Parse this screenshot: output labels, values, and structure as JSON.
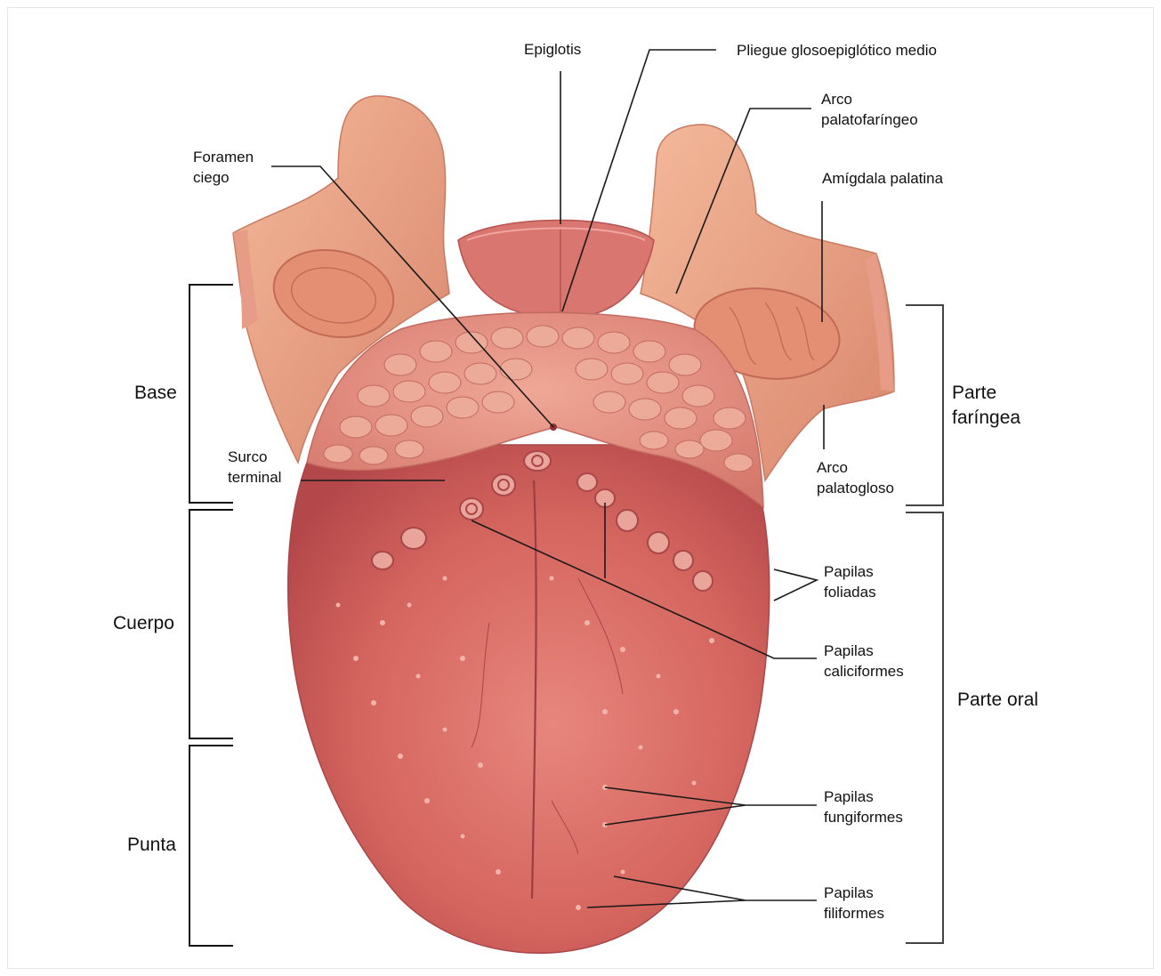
{
  "labels": {
    "epiglotis": "Epiglotis",
    "pliegue": "Pliegue glosoepiglótico medio",
    "arco_palatofaringeo": "Arco\npalatofaríngeo",
    "foramen_ciego": "Foramen\nciego",
    "amigdala_palatina": "Amígdala palatina",
    "surco_terminal": "Surco\nterminal",
    "arco_palatogloso": "Arco\npalatogloso",
    "papilas_foliadas": "Papilas\nfoliadas",
    "papilas_caliciformes": "Papilas\ncaliciformes",
    "papilas_fungiformes": "Papilas\nfungiformes",
    "papilas_filiformes": "Papilas\nfiliformes"
  },
  "regions": {
    "base": "Base",
    "cuerpo": "Cuerpo",
    "punta": "Punta",
    "parte_faringea": "Parte\nfaríngea",
    "parte_oral": "Parte oral"
  },
  "colors": {
    "tongue_body": "#d9706b",
    "tongue_dark": "#b84a4a",
    "root_light": "#e8958a",
    "arches": "#eba080",
    "tonsil": "#e58e74"
  }
}
